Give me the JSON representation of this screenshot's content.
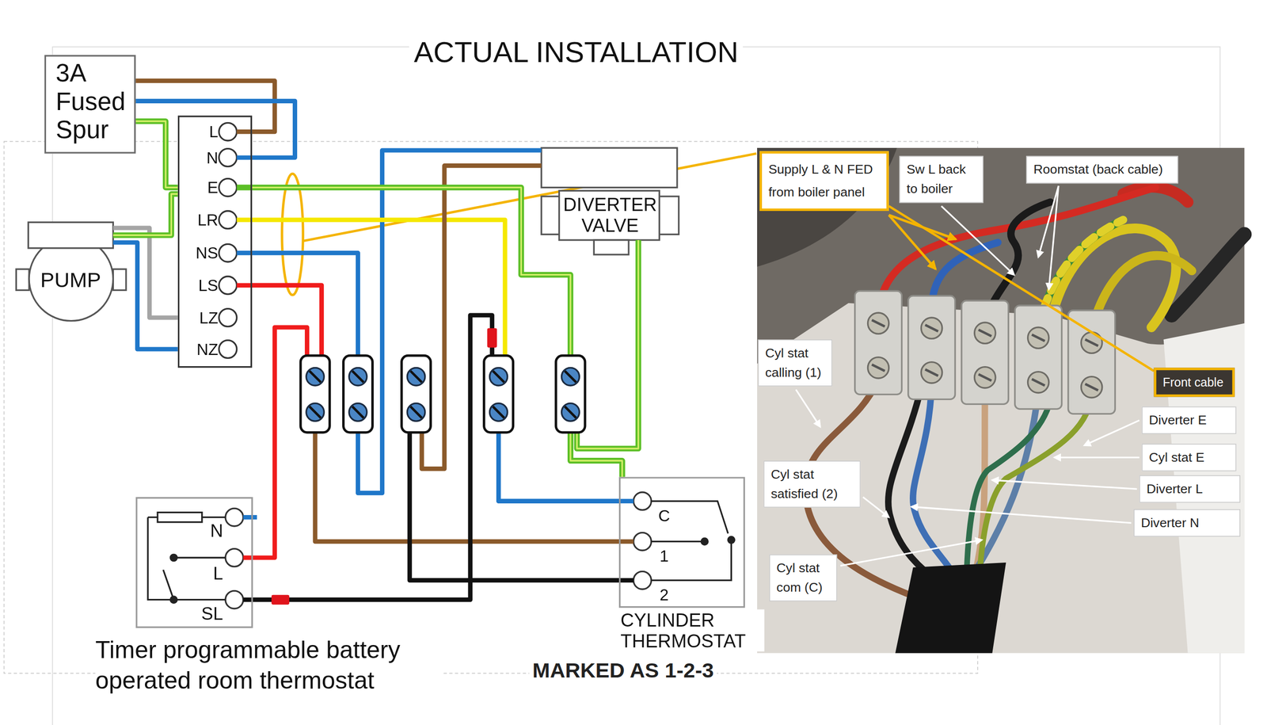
{
  "diagram": {
    "title": "ACTUAL INSTALLATION",
    "nodes": [
      {
        "text": [
          "3A Fused Spur"
        ]
      },
      {
        "text": [
          "L",
          "N",
          "E",
          "LR",
          "NS",
          "LS",
          "LZ",
          "NZ"
        ]
      },
      {
        "text": [
          "PUMP"
        ]
      },
      {
        "text": [
          "DIVERTER VALVE"
        ]
      },
      {
        "text": [
          "N",
          "L",
          "SL",
          "Timer programmable battery operated room thermostat"
        ]
      },
      {
        "text": [
          "C",
          "1",
          "2",
          "CYLINDER THERMOSTAT"
        ]
      },
      {
        "text": [
          "Supply L & N FED from boiler panel"
        ]
      },
      {
        "text": [
          "Sw L back to boiler"
        ]
      },
      {
        "text": [
          "Roomstat (back cable)"
        ]
      },
      {
        "text": [
          "Cyl stat calling (1)"
        ]
      },
      {
        "text": [
          "Front cable"
        ]
      },
      {
        "text": [
          "Diverter E"
        ]
      },
      {
        "text": [
          "Cyl stat E"
        ]
      },
      {
        "text": [
          "Cyl stat satisfied (2)"
        ]
      },
      {
        "text": [
          "Diverter L"
        ]
      },
      {
        "text": [
          "Diverter N"
        ]
      },
      {
        "text": [
          "Cyl stat com (C)"
        ]
      }
    ],
    "edges": [
      {
        "from": 0,
        "to": 1,
        "arrow": "none"
      },
      {
        "from": 0,
        "to": 1,
        "arrow": "none"
      },
      {
        "from": 0,
        "to": 1,
        "arrow": "none"
      },
      {
        "from": 2,
        "to": 1,
        "arrow": "none"
      },
      {
        "from": 2,
        "to": 1,
        "arrow": "none"
      },
      {
        "from": 2,
        "to": 1,
        "arrow": "none"
      },
      {
        "from": 1,
        "to": 3,
        "arrow": "none"
      },
      {
        "from": 1,
        "to": 4,
        "arrow": "none"
      },
      {
        "from": 1,
        "to": 5,
        "arrow": "none"
      },
      {
        "from": 1,
        "to": 5,
        "arrow": "none"
      },
      {
        "from": 4,
        "to": 5,
        "arrow": "none"
      },
      {
        "from": 3,
        "to": 5,
        "arrow": "none"
      },
      {
        "from": 1,
        "to": 5,
        "arrow": "none"
      },
      {
        "from": 3,
        "to": 5,
        "arrow": "none"
      },
      {
        "from": 6,
        "to": 10,
        "arrow": "none"
      }
    ],
    "labels": [
      "MARKED AS 1-2-3"
    ]
  }
}
